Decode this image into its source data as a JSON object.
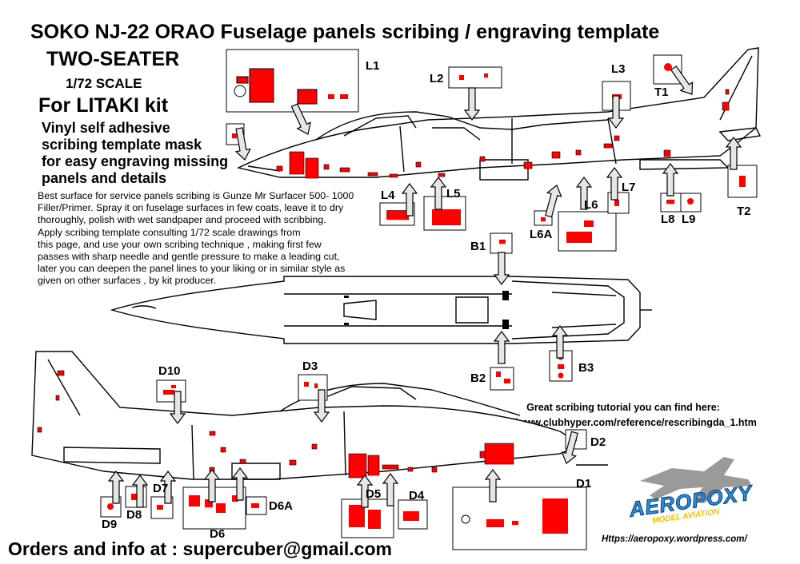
{
  "header": {
    "title": "SOKO NJ-22 ORAO  Fuselage panels scribing / engraving template",
    "subtitle": "TWO-SEATER",
    "scale": "1/72 SCALE",
    "kit": "For LITAKI kit"
  },
  "description": {
    "lines": [
      "Vinyl self adhesive",
      "scribing template mask",
      "for easy engraving missing",
      "panels and details"
    ]
  },
  "instructions": {
    "lines": [
      "Best surface for service panels scribing is Gunze Mr Surfacer 500- 1000",
      "Filler/Primer. Spray it on fuselage surfaces in few coats, leave it to dry",
      "thoroughly, polish with wet sandpaper and proceed with scribbing.",
      "Apply scribing template consulting 1/72 scale drawings from",
      "this page, and use your own scribing technique , making first few",
      "passes with sharp needle and gentle pressure to make a leading cut,",
      "later you can deepen the panel lines to your liking or in similar style as",
      "given on other surfaces , by kit producer."
    ]
  },
  "tutorial": {
    "line1": "Great scribing tutorial you can find here:",
    "line2": "http://www.clubhyper.com/reference/rescribingda_1.htm"
  },
  "footer": {
    "orders": "Orders and info at : supercuber@gmail.com",
    "website": "Https://aeropoxy.wordpress.com/"
  },
  "logo": {
    "brand": "AEROPOXY",
    "tagline": "MODEL AVIATION"
  },
  "labels": {
    "L1": "L1",
    "L2": "L2",
    "L3": "L3",
    "T1": "T1",
    "T2": "T2",
    "L4": "L4",
    "L5": "L5",
    "L6": "L6",
    "L6A": "L6A",
    "L7": "L7",
    "L8": "L8",
    "L9": "L9",
    "B1": "B1",
    "B2": "B2",
    "B3": "B3",
    "D1": "D1",
    "D2": "D2",
    "D3": "D3",
    "D4": "D4",
    "D5": "D5",
    "D6": "D6",
    "D6A": "D6A",
    "D7": "D7",
    "D8": "D8",
    "D9": "D9",
    "D10": "D10"
  },
  "colors": {
    "mask_red": "#ff0000",
    "line": "#000000",
    "arrow_fill": "#e6e6e6",
    "logo_blue": "#2a8fd6",
    "logo_silhouette": "#9a9a9a"
  }
}
